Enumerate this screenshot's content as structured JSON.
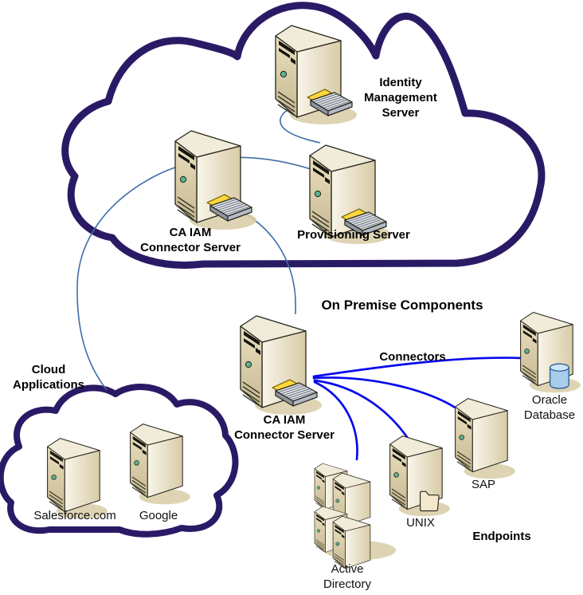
{
  "diagram": {
    "infrastructure_cloud": {
      "nodes": {
        "identity_management_server": {
          "label_lines": [
            "Identity",
            "Management",
            "Server"
          ]
        },
        "provisioning_server": {
          "label": "Provisioning Server"
        },
        "ca_iam_connector_server": {
          "label_lines": [
            "CA IAM",
            "Connector Server"
          ]
        }
      }
    },
    "cloud_applications": {
      "title_lines": [
        "Cloud",
        "Applications"
      ],
      "nodes": {
        "salesforce": {
          "label": "Salesforce.com"
        },
        "google": {
          "label": "Google"
        }
      }
    },
    "on_premise": {
      "title": "On Premise Components",
      "connectors_label": "Connectors",
      "endpoints_label": "Endpoints",
      "nodes": {
        "ca_iam_connector_server": {
          "label_lines": [
            "CA IAM",
            "Connector Server"
          ]
        },
        "oracle_database": {
          "label_lines": [
            "Oracle",
            "Database"
          ]
        },
        "sap": {
          "label": "SAP"
        },
        "unix": {
          "label": "UNIX"
        },
        "active_directory": {
          "label_lines": [
            "Active",
            "Directory"
          ]
        }
      }
    },
    "colors": {
      "cloud_outline": "#2A1A66",
      "relation_line": "#3F6FA8",
      "connector_line": "#0808EE",
      "server_front": "#D9CDA7",
      "server_side": "#F6F1E2",
      "server_top": "#F1EBD9",
      "led_green": "#5CB492",
      "tray_yellow": "#FFD63E",
      "database_blue": "#A9CCEC",
      "folder_beige": "#F3E9CA",
      "shadow_tan": "#D8CCA6"
    }
  }
}
